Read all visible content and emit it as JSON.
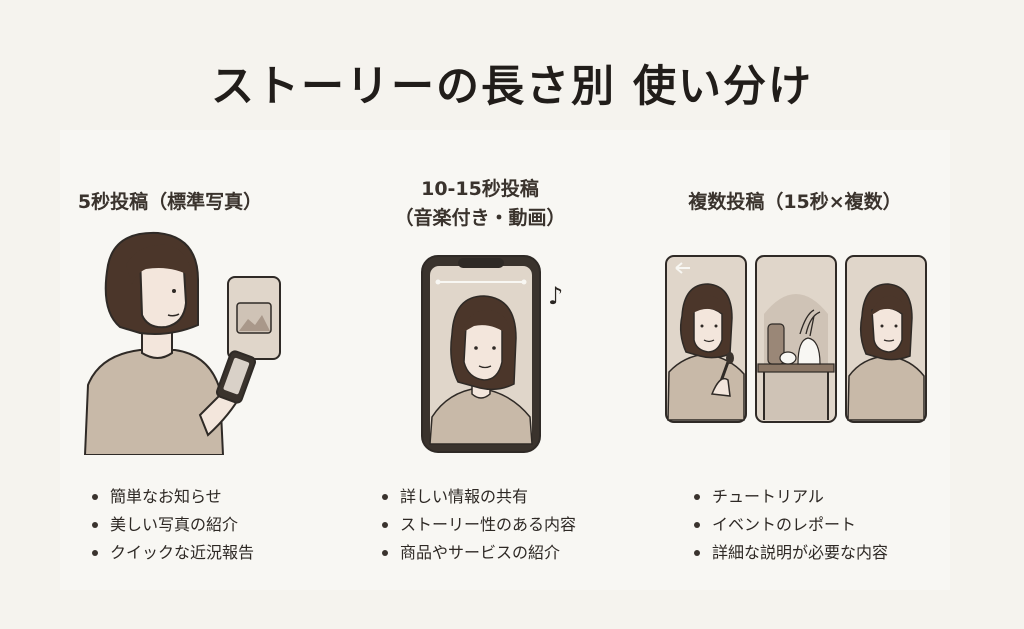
{
  "title": "ストーリーの長さ別 使い分け",
  "columns": [
    {
      "heading": "5秒投稿（標準写真）",
      "points": [
        "簡単なお知らせ",
        "美しい写真の紹介",
        "クイックな近況報告"
      ]
    },
    {
      "heading_line1": "10-15秒投稿",
      "heading_line2": "（音楽付き・動画）",
      "music_note": "♪",
      "points": [
        "詳しい情報の共有",
        "ストーリー性のある内容",
        "商品やサービスの紹介"
      ]
    },
    {
      "heading": "複数投稿（15秒×複数）",
      "points": [
        "チュートリアル",
        "イベントのレポート",
        "詳細な説明が必要な内容"
      ]
    }
  ],
  "colors": {
    "hair": "#4b362a",
    "skin": "#f3e6dc",
    "shirt": "#c8b9a8",
    "frame_fill": "#e0d6ca",
    "outline": "#2f2a26"
  }
}
